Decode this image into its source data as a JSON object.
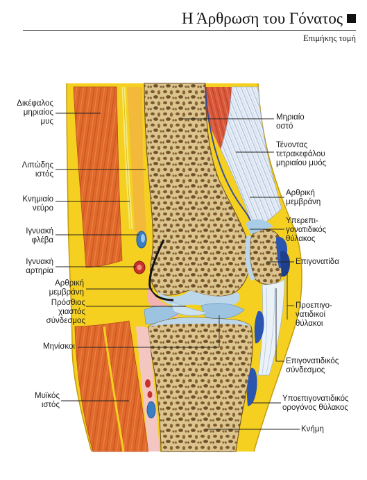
{
  "header": {
    "title": "Η Άρθρωση του Γόνατος",
    "subtitle": "Επιμήκης τομή"
  },
  "labels": {
    "biceps": "Δικέφαλος\nμηριαίος\nμυς",
    "adipose": "Λιπώδης\nιστός",
    "tibial_nerve": "Κνημιαίο\nνεύρο",
    "popliteal_vein": "Ιγνυακή\nφλέβα",
    "popliteal_artery": "Ιγνυακή\nαρτηρία",
    "synovial_left": "Αρθρική\nμεμβράνη",
    "acl": "Πρόσθιος\nχιαστός\nσύνδεσμος",
    "menisci": "Μηνίσκοι",
    "muscle_tissue": "Μυϊκός\nιστός",
    "femur": "Μηριαίο\nοστό",
    "quad_tendon": "Τένοντας\nτετρακεφάλου\nμηριαίου μυός",
    "synovial_right": "Αρθρική\nμεμβράνη",
    "suprapatellar": "Υπερεπι-\nγονατιδικός\nθύλακος",
    "patella": "Επιγονατίδα",
    "prepatellar": "Προεπιγο-\nνατιδικοί\nθύλακοι",
    "patellar_ligament": "Επιγονατιδικός\nσύνδεσμος",
    "infrapatellar": "Υποεπιγονατιδικός\nορογόνος θύλακος",
    "tibia": "Κνήμη"
  },
  "colors": {
    "fat_yellow": "#f5d020",
    "muscle_orange": "#e06a2c",
    "bone_tan": "#d9c38c",
    "bone_pore": "#7a5a2e",
    "cartilage_blue": "#a9cde6",
    "bursa_blue": "#2a55b0",
    "tendon_light": "#e6eef5",
    "vein_blue": "#3a7ec4",
    "artery_red": "#c8322a",
    "synovial_black": "#111111"
  }
}
